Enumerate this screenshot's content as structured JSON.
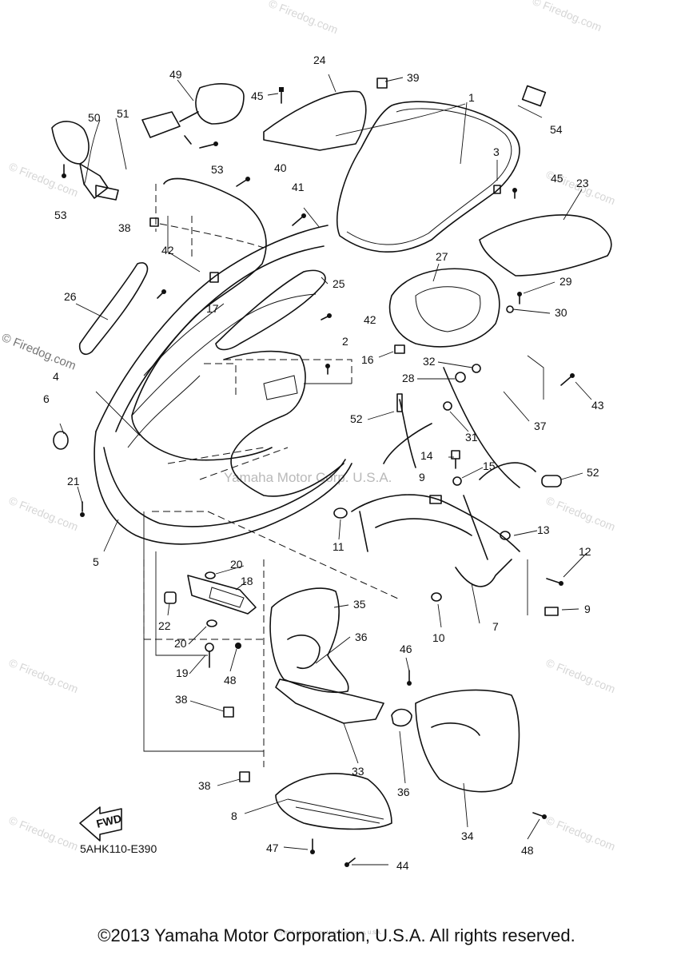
{
  "diagram": {
    "part_code": "5AHK110-E390",
    "fwd_label": "FWD",
    "copyright": "©2013 Yamaha Motor Corporation, U.S.A. All rights reserved.",
    "center_watermark": "Yamaha Motor Corp. U.S.A.",
    "side_watermark": "© Firedog.com",
    "corner_watermark": "© Firedog.com",
    "tiny_note": "(c) 2005-2015 Yamaha Motor Corporation, U.S.A.",
    "callouts": [
      "1",
      "2",
      "3",
      "4",
      "5",
      "6",
      "7",
      "8",
      "9",
      "9",
      "10",
      "11",
      "12",
      "13",
      "14",
      "15",
      "16",
      "17",
      "18",
      "19",
      "20",
      "20",
      "21",
      "22",
      "23",
      "24",
      "25",
      "26",
      "27",
      "28",
      "29",
      "30",
      "31",
      "32",
      "33",
      "34",
      "35",
      "36",
      "36",
      "37",
      "38",
      "38",
      "38",
      "39",
      "40",
      "41",
      "42",
      "42",
      "43",
      "44",
      "45",
      "45",
      "46",
      "47",
      "48",
      "48",
      "49",
      "50",
      "51",
      "52",
      "52",
      "53",
      "53",
      "54"
    ]
  }
}
